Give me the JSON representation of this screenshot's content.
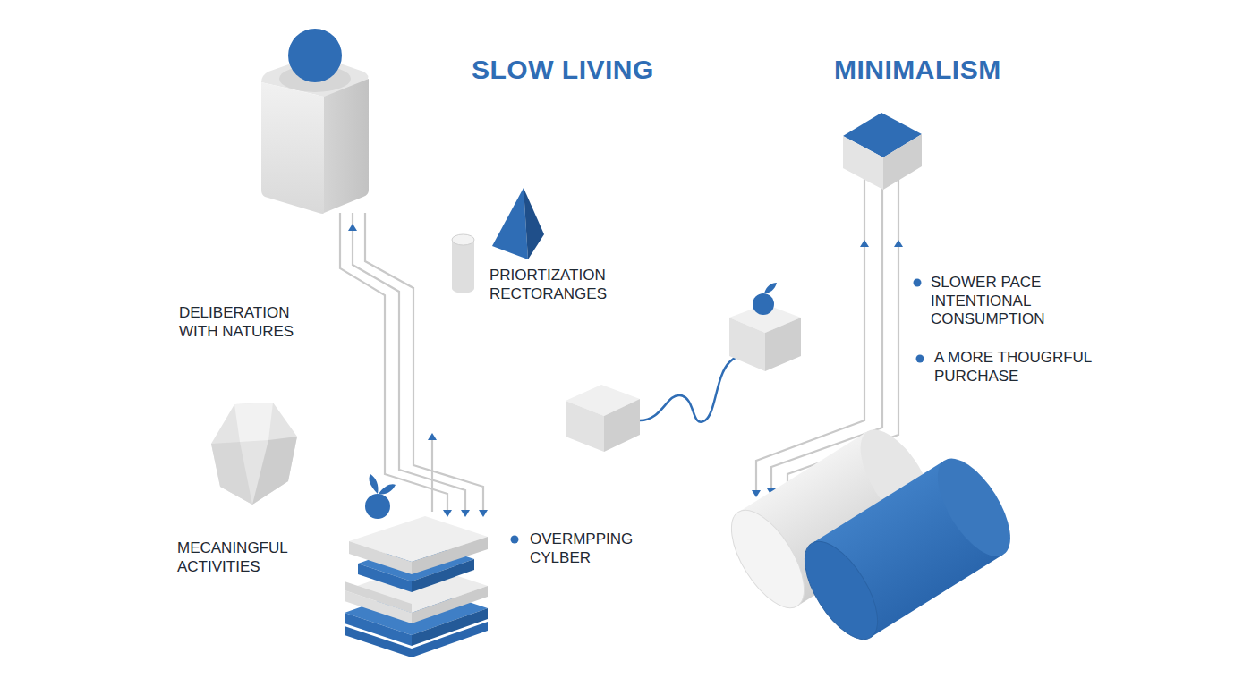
{
  "diagram": {
    "labels": [
      "SLOW LIVING",
      "MINIMALISM",
      "PRIORTIZATION RECTORANGES",
      "SLOWER PACE INTENTIONAL CONSUMPTION",
      "DELIBERATION WITH NATURES",
      "A MORE THOUGRFUL PURCHASE",
      "OVERMPPING CYLBER",
      "MECANINGFUL ACTIVITIES"
    ]
  }
}
